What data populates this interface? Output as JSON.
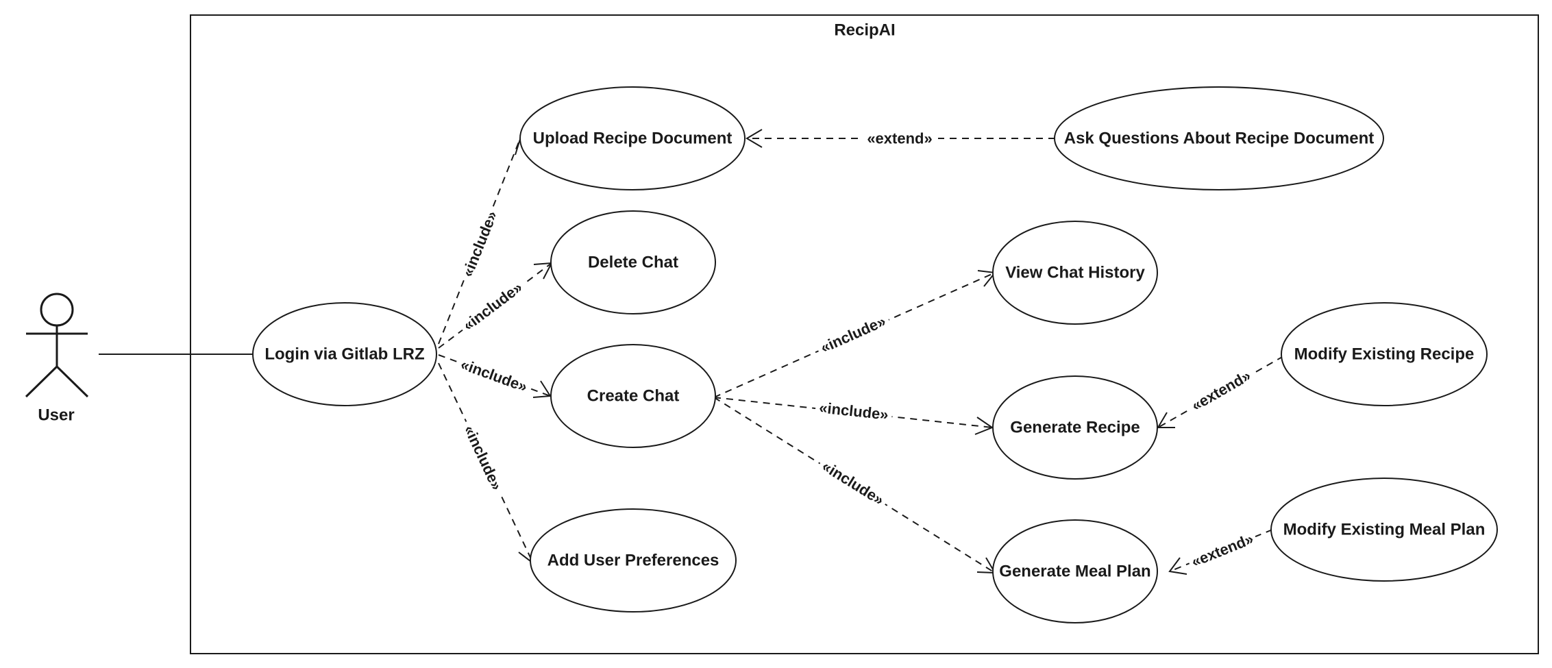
{
  "system": {
    "title": "RecipAI"
  },
  "actor": {
    "name": "User"
  },
  "use_cases": {
    "login": "Login via Gitlab LRZ",
    "upload": "Upload Recipe Document",
    "ask": "Ask Questions About Recipe Document",
    "delete": "Delete Chat",
    "create": "Create Chat",
    "history": "View Chat History",
    "generate_recipe": "Generate Recipe",
    "modify_recipe": "Modify Existing Recipe",
    "generate_meal_plan": "Generate Meal Plan",
    "modify_meal_plan": "Modify Existing Meal Plan",
    "preferences": "Add User Preferences"
  },
  "relations": {
    "include": "«include»",
    "extend": "«extend»"
  },
  "colors": {
    "stroke": "#1a1a1a",
    "background": "#ffffff"
  }
}
